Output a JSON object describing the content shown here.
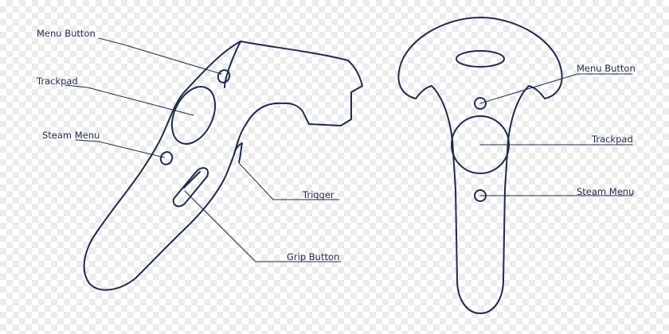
{
  "colors": {
    "stroke": "#1f2d4a",
    "background": "#ffffff",
    "checker": "#ececec"
  },
  "side_view": {
    "menu_button": "Menu Button",
    "trackpad": "Trackpad",
    "steam_menu": "Steam Menu",
    "trigger": "Trigger",
    "grip_button": "Grip Button"
  },
  "front_view": {
    "menu_button": "Menu Button",
    "trackpad": "Trackpad",
    "steam_menu": "Steam Menu"
  }
}
